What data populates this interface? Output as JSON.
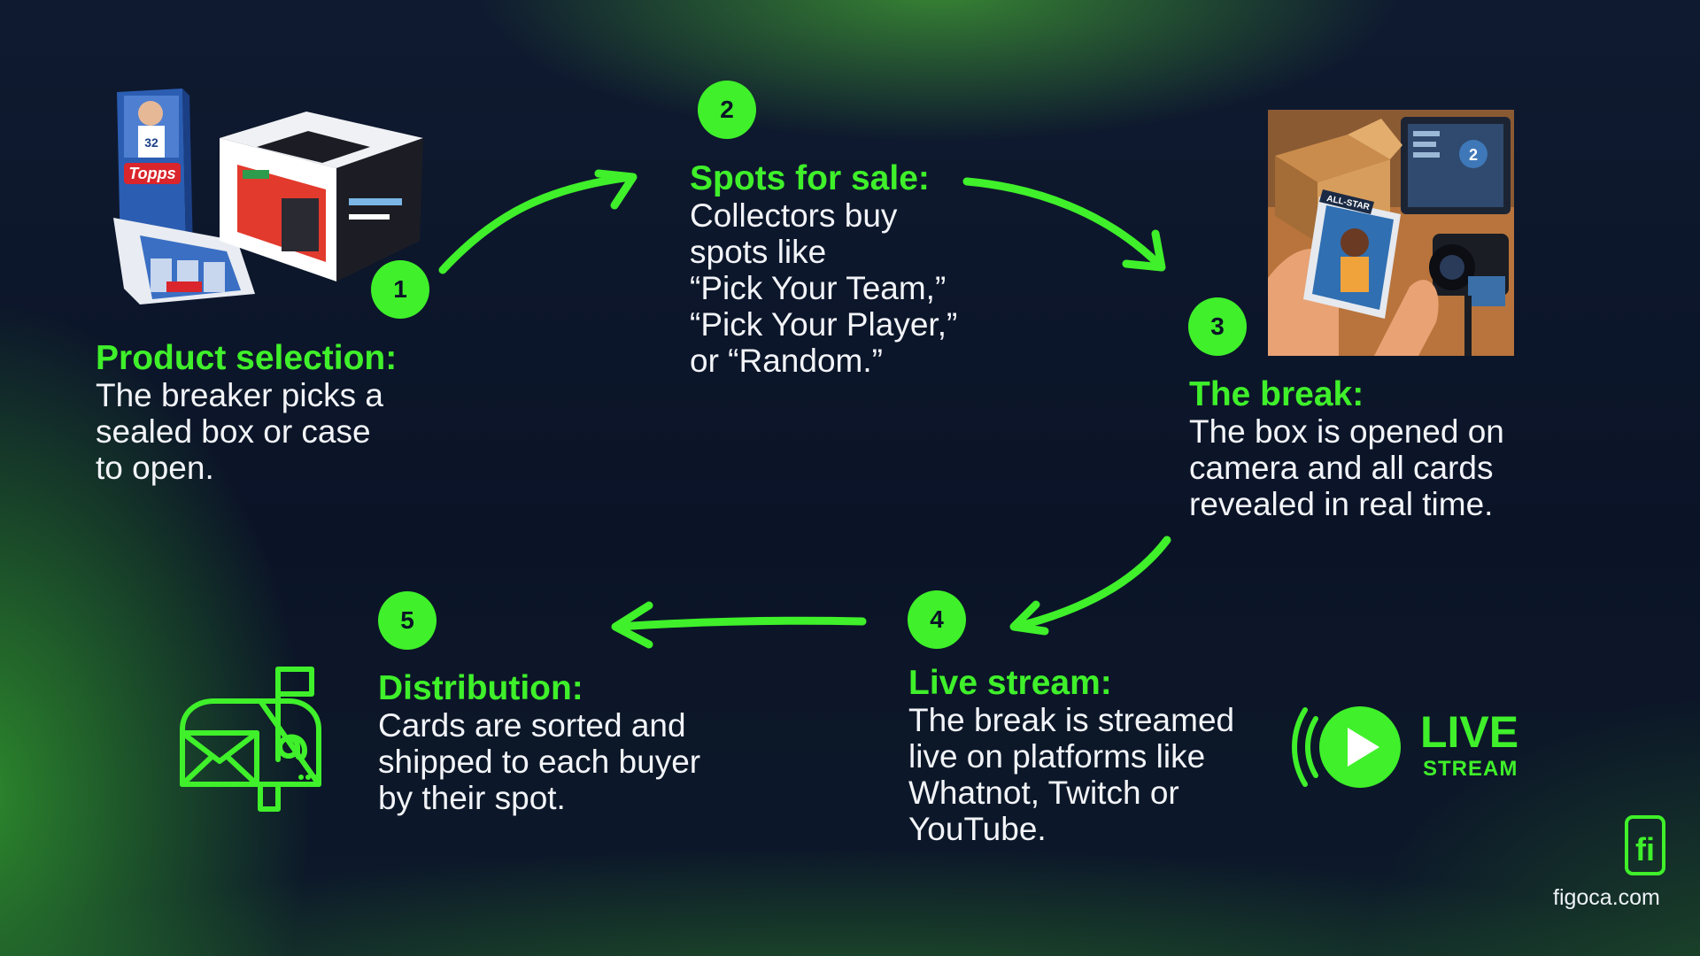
{
  "colors": {
    "accent": "#3ff02a",
    "background": "#0c1428",
    "text": "#f2f4f8"
  },
  "steps": [
    {
      "number": "1",
      "title": "Product selection:",
      "description": "The breaker picks a\nsealed box or case\nto open."
    },
    {
      "number": "2",
      "title": "Spots for sale:",
      "description": "Collectors buy\nspots like\n“Pick Your Team,”\n“Pick Your Player,”\nor “Random.”"
    },
    {
      "number": "3",
      "title": "The break:",
      "description": "The box is opened on\ncamera and all cards\nrevealed in real time."
    },
    {
      "number": "4",
      "title": "Live stream:",
      "description": "The break is streamed\nlive on platforms like\nWhatnot, Twitch or\nYouTube."
    },
    {
      "number": "5",
      "title": "Distribution:",
      "description": "Cards are sorted and\nshipped to each buyer\nby their spot."
    }
  ],
  "illustrations": {
    "product": {
      "icon": "sealed-card-boxes-illustration",
      "box_brand": "Topps",
      "jersey_number": "32"
    },
    "break": {
      "icon": "card-break-illustration",
      "card_label": "ALL-STAR",
      "screen_number": "2"
    },
    "distribution": {
      "icon": "mailbox-icon"
    },
    "live_stream": {
      "icon": "live-stream-play-icon",
      "word": "LIVE",
      "subword": "STREAM"
    }
  },
  "brand": {
    "logo": "fi",
    "site": "figoca.com"
  }
}
